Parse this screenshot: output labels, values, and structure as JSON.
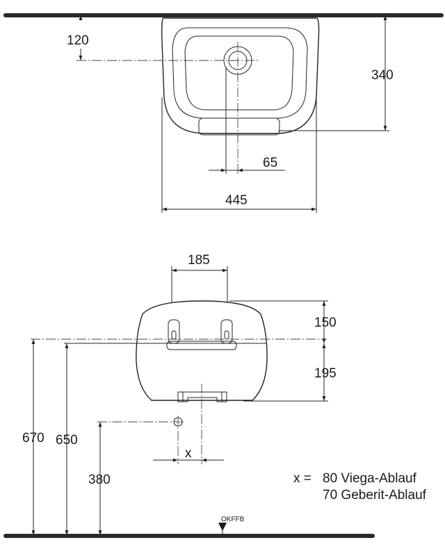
{
  "top_view": {
    "dimensions": {
      "d120": "120",
      "d340": "340",
      "d65": "65",
      "d445": "445"
    }
  },
  "front_view": {
    "dimensions": {
      "d185": "185",
      "d150": "150",
      "d195": "195",
      "d670": "670",
      "d650": "650",
      "d380": "380",
      "dx": "x"
    },
    "floor_label": "OKFFB"
  },
  "legend": {
    "prefix": "x =",
    "line1": "80 Viega-Ablauf",
    "line2": "70 Geberit-Ablauf"
  }
}
